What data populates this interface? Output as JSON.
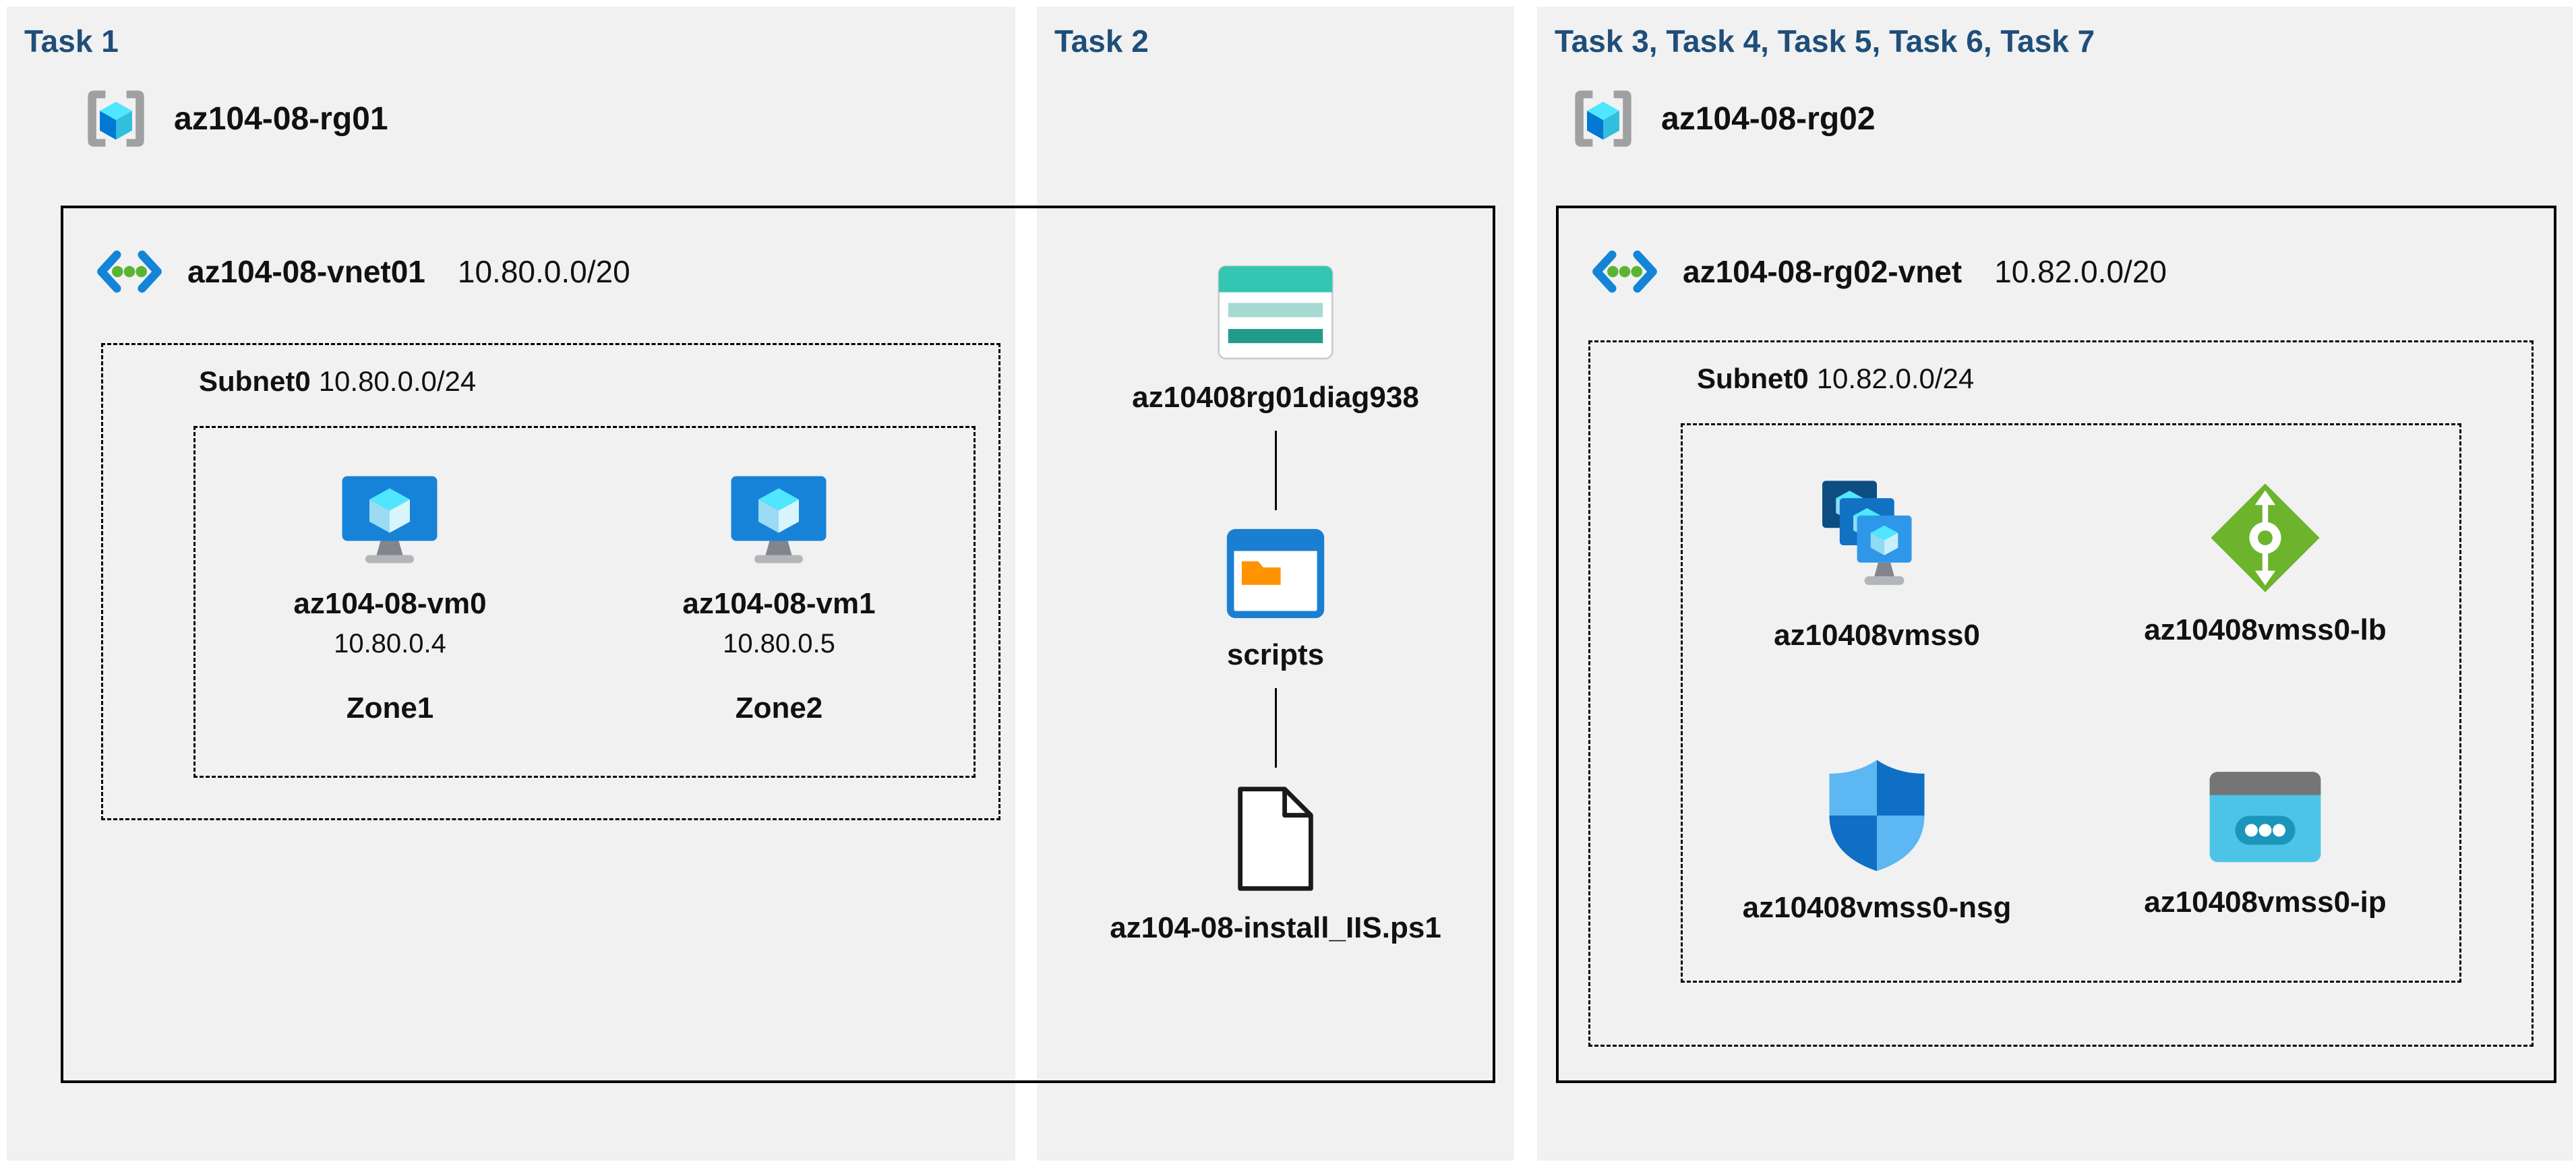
{
  "colors": {
    "panel_bg": "#f1f1f2",
    "task_title": "#1f4e79",
    "box_border": "#000000",
    "vnet_blue": "#1484d8",
    "green_dot": "#5bb431",
    "lb_green": "#6db42d",
    "storage_teal": "#34c6b3"
  },
  "panels": {
    "task1": {
      "title": "Task 1",
      "resource_group": "az104-08-rg01",
      "vnet": {
        "name": "az104-08-vnet01",
        "cidr": "10.80.0.0/20",
        "icon": "virtual-network-icon"
      },
      "subnet": {
        "name": "Subnet0",
        "cidr": "10.80.0.0/24"
      },
      "vms": [
        {
          "name": "az104-08-vm0",
          "ip": "10.80.0.4",
          "zone": "Zone1",
          "icon": "virtual-machine-icon"
        },
        {
          "name": "az104-08-vm1",
          "ip": "10.80.0.5",
          "zone": "Zone2",
          "icon": "virtual-machine-icon"
        }
      ]
    },
    "task2": {
      "title": "Task 2",
      "storage_account": {
        "name": "az10408rg01diag938",
        "icon": "storage-account-icon"
      },
      "container": {
        "name": "scripts",
        "icon": "scripts-container-icon"
      },
      "script_file": {
        "name": "az104-08-install_IIS.ps1",
        "icon": "powershell-script-file-icon"
      }
    },
    "task3": {
      "title": "Task 3, Task 4, Task 5, Task 6, Task 7",
      "resource_group": "az104-08-rg02",
      "vnet": {
        "name": "az104-08-rg02-vnet",
        "cidr": "10.82.0.0/20",
        "icon": "virtual-network-icon"
      },
      "subnet": {
        "name": "Subnet0",
        "cidr": "10.82.0.0/24"
      },
      "resources": [
        {
          "name": "az10408vmss0",
          "icon": "vm-scale-set-icon"
        },
        {
          "name": "az10408vmss0-lb",
          "icon": "load-balancer-icon"
        },
        {
          "name": "az10408vmss0-nsg",
          "icon": "network-security-group-icon"
        },
        {
          "name": "az10408vmss0-ip",
          "icon": "public-ip-icon"
        }
      ]
    }
  }
}
